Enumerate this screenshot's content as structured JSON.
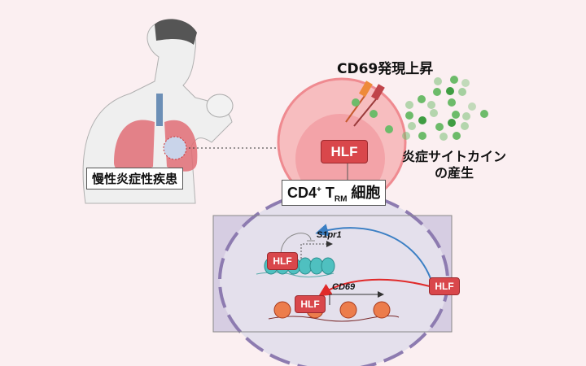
{
  "disease_label": "慢性炎症性疾患",
  "cell_label": {
    "main": "CD4",
    "sup": "+",
    "t": " T",
    "sub": "RM",
    "suffix": " 細胞"
  },
  "cd69_up_label": "CD69発現上昇",
  "cytokine_label_line1": "炎症サイトカイン",
  "cytokine_label_line2": "の産生",
  "hlf_cell": "HLF",
  "nucleus": {
    "gene_top": "S1pr1",
    "gene_bottom": "CD69",
    "hlf_top": "HLF",
    "hlf_bottom": "HLF",
    "hlf_outside": "HLF"
  },
  "colors": {
    "background": "#fbeff1",
    "hlf": "#d9474b",
    "nucleus_panel": "#d6cde2",
    "cytokine": "#6dbb6a"
  }
}
